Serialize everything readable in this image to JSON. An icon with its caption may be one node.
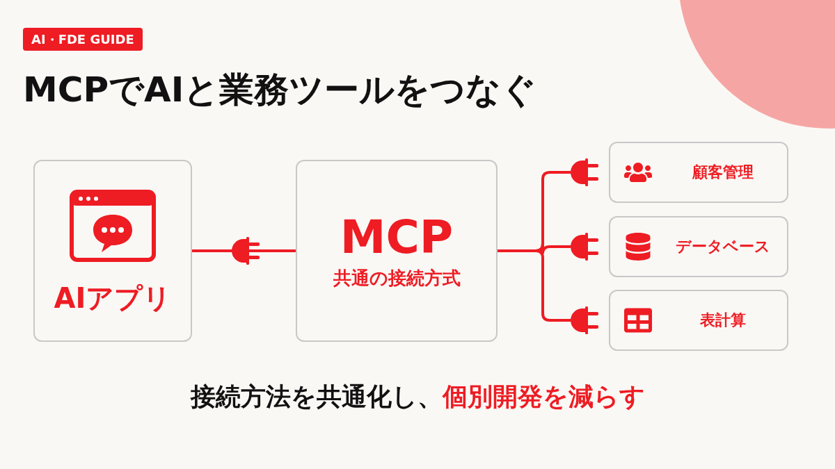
{
  "diagram": {
    "title": "MCPでAIと業務ツールをつなぐ",
    "nodes": [
      {
        "text": [
          "AIアプリ"
        ]
      },
      {
        "text": [
          "MCP",
          "共通の接続方式"
        ]
      },
      {
        "text": [
          "顧客管理"
        ]
      },
      {
        "text": [
          "データベース"
        ]
      },
      {
        "text": [
          "表計算"
        ]
      }
    ],
    "edges": [
      {
        "from": 0,
        "to": 1,
        "arrow": "none"
      },
      {
        "from": 1,
        "to": 2,
        "arrow": "other"
      },
      {
        "from": 1,
        "to": 3,
        "arrow": "other"
      },
      {
        "from": 1,
        "to": 4,
        "arrow": "other"
      }
    ],
    "labels": [
      "AI・FDE GUIDE",
      "接続方法を共通化し、",
      "個別開発を減らす"
    ]
  }
}
